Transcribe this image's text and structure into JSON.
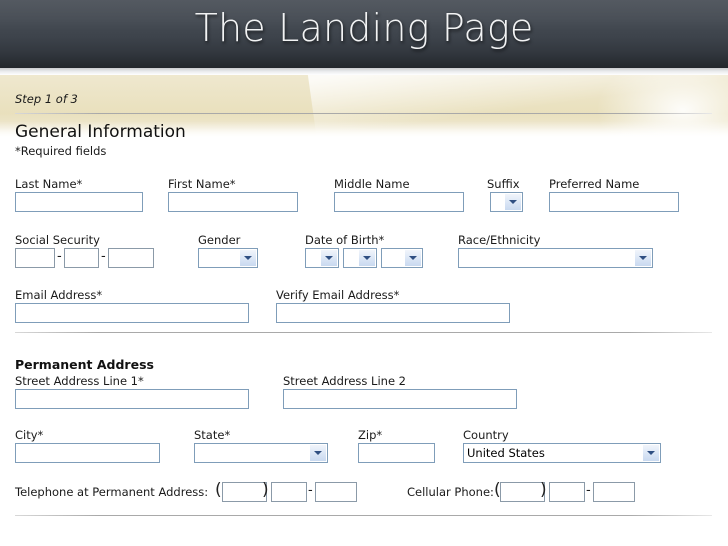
{
  "header": {
    "title": "The Landing Page"
  },
  "step": {
    "label": "Step 1 of 3"
  },
  "general": {
    "section_title": "General Information",
    "required_note": "*Required fields",
    "last_name": {
      "label": "Last Name*",
      "value": ""
    },
    "first_name": {
      "label": "First Name*",
      "value": ""
    },
    "middle_name": {
      "label": "Middle Name",
      "value": ""
    },
    "suffix": {
      "label": "Suffix",
      "value": ""
    },
    "preferred_name": {
      "label": "Preferred Name",
      "value": ""
    },
    "social_security": {
      "label": "Social Security",
      "part1": "",
      "part2": "",
      "part3": "",
      "sep1": "-",
      "sep2": "-"
    },
    "gender": {
      "label": "Gender",
      "value": ""
    },
    "date_of_birth": {
      "label": "Date of Birth*",
      "month": "",
      "day": "",
      "year": ""
    },
    "race_ethnicity": {
      "label": "Race/Ethnicity",
      "value": ""
    },
    "email": {
      "label": "Email Address*",
      "value": ""
    },
    "verify_email": {
      "label": "Verify Email Address*",
      "value": ""
    }
  },
  "permanent_address": {
    "section_title": "Permanent Address",
    "street1": {
      "label": "Street Address Line 1*",
      "value": ""
    },
    "street2": {
      "label": "Street Address Line 2",
      "value": ""
    },
    "city": {
      "label": "City*",
      "value": ""
    },
    "state": {
      "label": "State*",
      "value": ""
    },
    "zip": {
      "label": "Zip*",
      "value": ""
    },
    "country": {
      "label": "Country",
      "value": "United States"
    },
    "telephone": {
      "label": "Telephone at Permanent Address:",
      "open_paren": "(",
      "close_paren": ")",
      "dash": "-",
      "area": "",
      "prefix": "",
      "line": ""
    },
    "cellular": {
      "label": "Cellular Phone:",
      "open_paren": "(",
      "close_paren": ")",
      "dash": "-",
      "area": "",
      "prefix": "",
      "line": ""
    }
  },
  "icons": {
    "dropdown_arrow": "chevron-down-icon"
  },
  "colors": {
    "header_top": "#4a5058",
    "header_bottom": "#23272c",
    "banner_tan": "#ece4c6",
    "input_border": "#7f9db9",
    "dropdown_button": "#c9d9f0",
    "rule": "#b8b8b8",
    "text": "#1a1a1a"
  }
}
